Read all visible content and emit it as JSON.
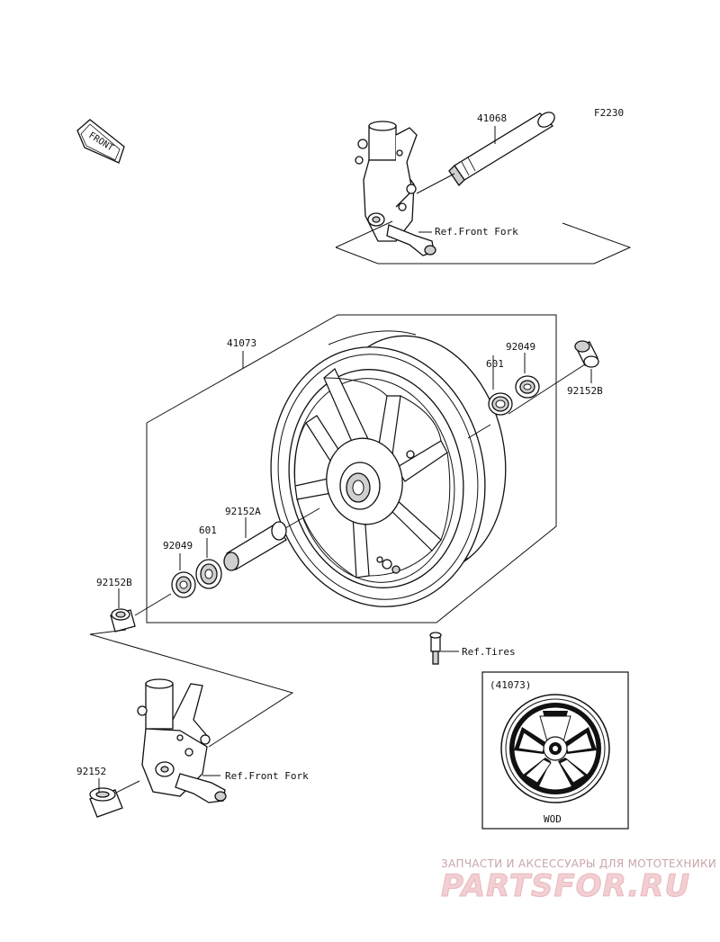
{
  "figure_code": "F2230",
  "front_arrow_text": "FRONT",
  "labels": {
    "axle": "41068",
    "ref_front_fork_top": "Ref.Front Fork",
    "wheel": "41073",
    "bearing_right": "601",
    "seal_right": "92049",
    "collar_right": "92152B",
    "spacer": "92152A",
    "seal_left": "92049",
    "bearing_left": "601",
    "collar_left": "92152B",
    "ref_tires": "Ref.Tires",
    "collar_fork": "92152",
    "ref_front_fork_bottom": "Ref.Front Fork"
  },
  "inset": {
    "part_ref": "(41073)",
    "caption": "WOD"
  },
  "watermark": {
    "tagline": "ЗАПЧАСТИ И АКСЕССУАРЫ ДЛЯ МОТОТЕХНИКИ",
    "brand": "PARTSFOR.RU"
  }
}
